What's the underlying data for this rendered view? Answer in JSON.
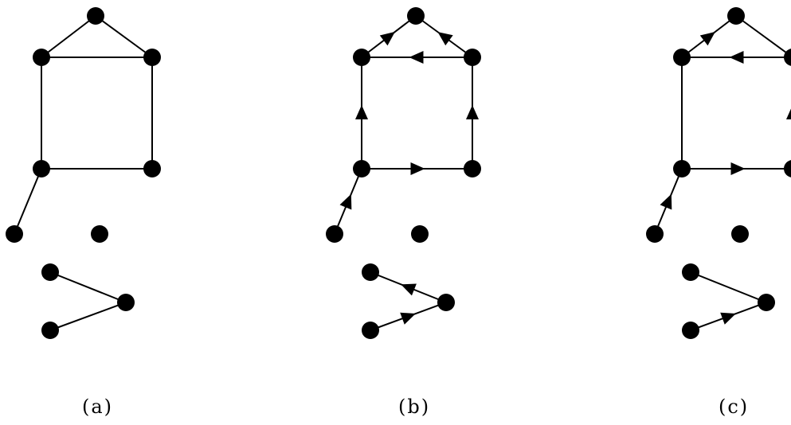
{
  "panels": [
    {
      "id": "a",
      "caption": "(a)",
      "nodes": [
        "n1",
        "n2",
        "n3",
        "n4",
        "n5",
        "n6",
        "n7",
        "n8",
        "n9",
        "n10"
      ],
      "edges": [
        {
          "from": "n1",
          "to": "n2",
          "arrow": "none"
        },
        {
          "from": "n1",
          "to": "n3",
          "arrow": "none"
        },
        {
          "from": "n2",
          "to": "n3",
          "arrow": "none"
        },
        {
          "from": "n2",
          "to": "n4",
          "arrow": "none"
        },
        {
          "from": "n3",
          "to": "n5",
          "arrow": "none"
        },
        {
          "from": "n4",
          "to": "n5",
          "arrow": "none"
        },
        {
          "from": "n4",
          "to": "n6",
          "arrow": "none"
        },
        {
          "from": "n8",
          "to": "n9",
          "arrow": "none"
        },
        {
          "from": "n10",
          "to": "n9",
          "arrow": "none"
        }
      ]
    },
    {
      "id": "b",
      "caption": "(b)",
      "nodes": [
        "n1",
        "n2",
        "n3",
        "n4",
        "n5",
        "n6",
        "n7",
        "n8",
        "n9",
        "n10"
      ],
      "edges": [
        {
          "from": "n2",
          "to": "n1",
          "arrow": "forward"
        },
        {
          "from": "n3",
          "to": "n1",
          "arrow": "forward"
        },
        {
          "from": "n3",
          "to": "n2",
          "arrow": "forward"
        },
        {
          "from": "n4",
          "to": "n2",
          "arrow": "forward"
        },
        {
          "from": "n5",
          "to": "n3",
          "arrow": "forward"
        },
        {
          "from": "n4",
          "to": "n5",
          "arrow": "forward"
        },
        {
          "from": "n6",
          "to": "n4",
          "arrow": "forward"
        },
        {
          "from": "n9",
          "to": "n8",
          "arrow": "forward"
        },
        {
          "from": "n10",
          "to": "n9",
          "arrow": "forward"
        }
      ]
    },
    {
      "id": "c",
      "caption": "(c)",
      "nodes": [
        "n1",
        "n2",
        "n3",
        "n4",
        "n5",
        "n6",
        "n7",
        "n8",
        "n9",
        "n10"
      ],
      "edges": [
        {
          "from": "n2",
          "to": "n1",
          "arrow": "forward"
        },
        {
          "from": "n1",
          "to": "n3",
          "arrow": "none"
        },
        {
          "from": "n3",
          "to": "n2",
          "arrow": "forward"
        },
        {
          "from": "n2",
          "to": "n4",
          "arrow": "none"
        },
        {
          "from": "n5",
          "to": "n3",
          "arrow": "forward"
        },
        {
          "from": "n4",
          "to": "n5",
          "arrow": "forward"
        },
        {
          "from": "n6",
          "to": "n4",
          "arrow": "forward"
        },
        {
          "from": "n8",
          "to": "n9",
          "arrow": "none"
        },
        {
          "from": "n10",
          "to": "n9",
          "arrow": "forward"
        }
      ]
    }
  ]
}
